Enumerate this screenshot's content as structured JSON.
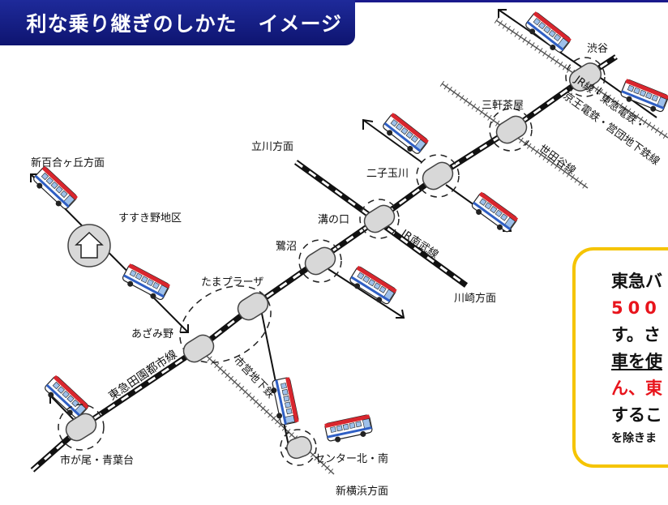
{
  "title": "利な乗り継ぎのしかた　イメージ",
  "stations": {
    "shibuya": "渋谷",
    "sangenjaya": "三軒茶屋",
    "futakotamagawa": "二子玉川",
    "mizonokuchi": "溝の口",
    "saginuma": "鷺沼",
    "tama_plaza": "たまプラーザ",
    "azamino": "あざみ野",
    "ichigao": "市が尾・青葉台",
    "center": "センター北・南",
    "susukino": "すすき野地区"
  },
  "directions": {
    "shinyurigaoka": "新百合ヶ丘方面",
    "tachikawa": "立川方面",
    "kawasaki": "川崎方面",
    "shinyokohama": "新横浜方面"
  },
  "lines": {
    "denentoshi": "東急田園都市線",
    "subway": "市営地下鉄",
    "nambu": "JR南武線",
    "setagaya": "世田谷線",
    "shibuya_1": "JR線・東急電鉄・",
    "shibuya_2": "京王電鉄・営団地下鉄線"
  },
  "info_box": {
    "line1": "東急バ",
    "line2": "500",
    "line3": "す。さ",
    "line4": "車を使",
    "line5": "ん、東",
    "line6": "するこ",
    "line7": "を除きま"
  },
  "colors": {
    "title_bg": "#1a1a8c",
    "box_border": "#f5c400",
    "accent_red": "#e8141c",
    "bus_red": "#d9262e",
    "bus_blue": "#2f5fc4"
  }
}
